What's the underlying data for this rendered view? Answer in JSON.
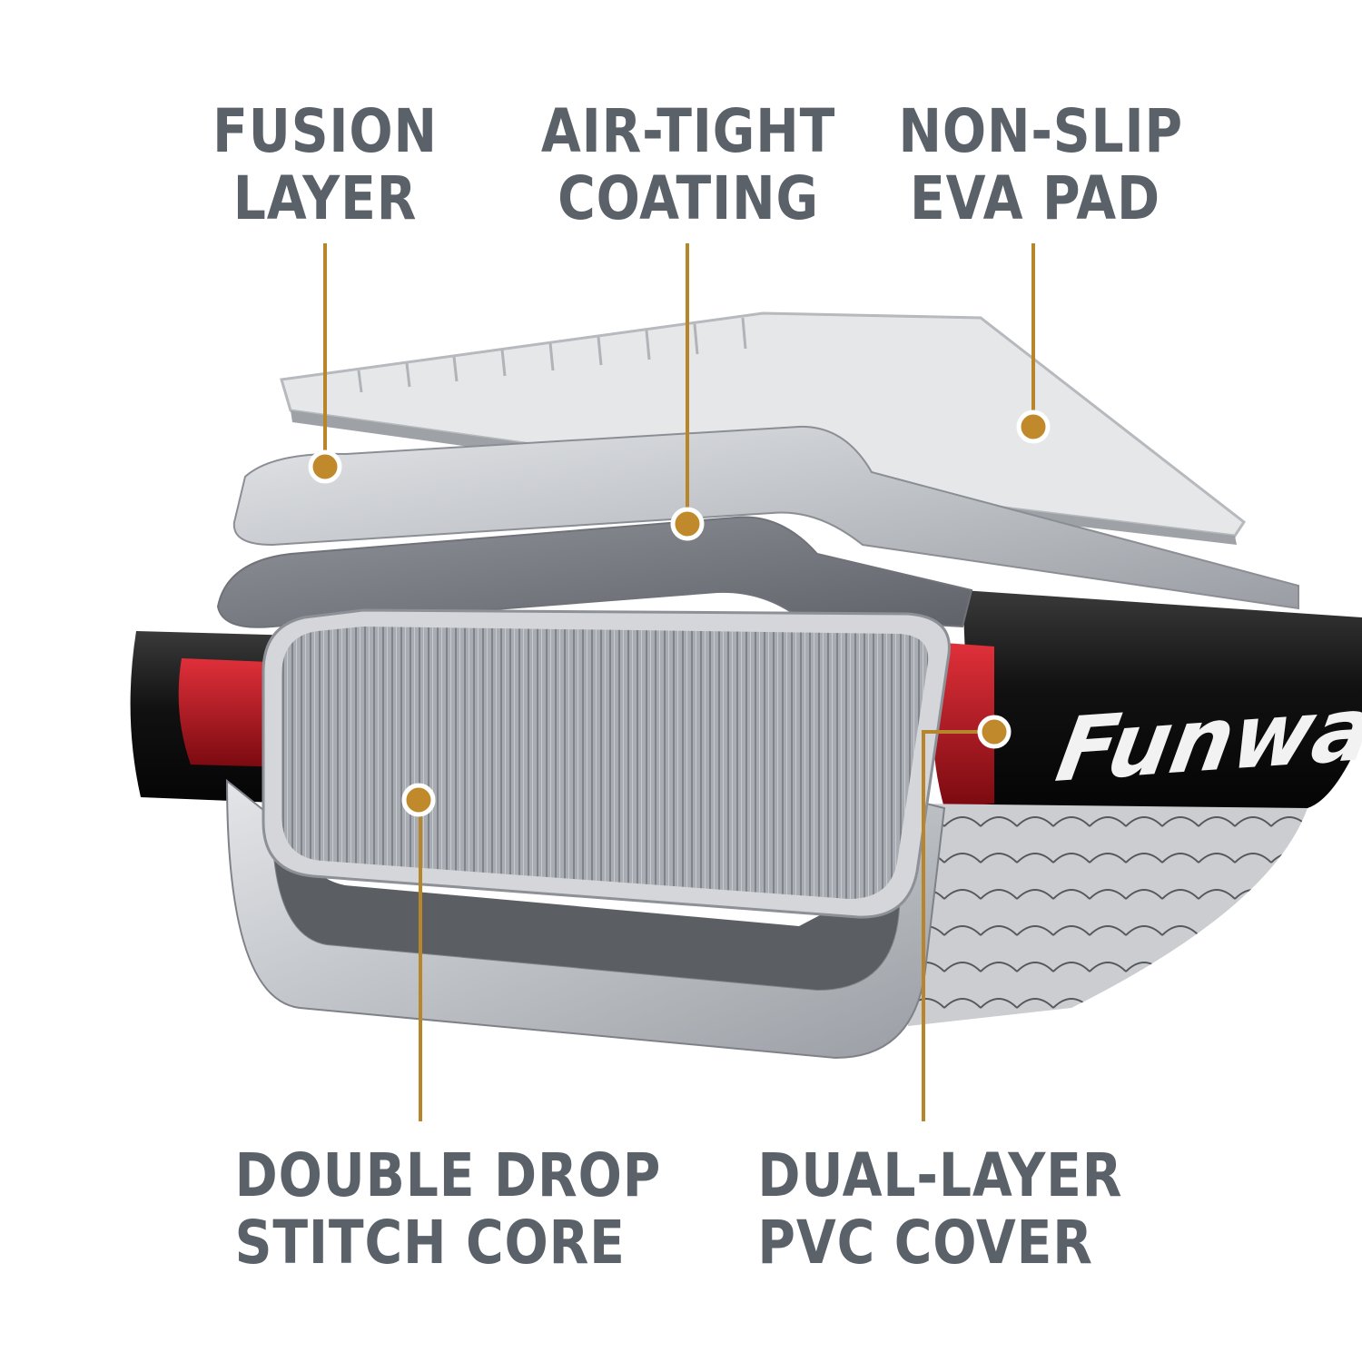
{
  "brand": {
    "name": "Funwater"
  },
  "colors": {
    "label_text": "#5a6168",
    "leader": "#b8862a",
    "marker": "#c08a2c",
    "board_black": "#141414",
    "rail_red": "#c0121b",
    "layer_grey": "#c9ccd0"
  },
  "callouts": [
    {
      "id": "fusion",
      "lines": [
        "FUSION",
        "LAYER"
      ]
    },
    {
      "id": "airtight",
      "lines": [
        "AIR-TIGHT",
        "COATING"
      ]
    },
    {
      "id": "nonslip",
      "lines": [
        "NON-SLIP",
        "EVA  PAD"
      ]
    },
    {
      "id": "dropstitch",
      "lines": [
        "DOUBLE  DROP",
        "STITCH  CORE"
      ]
    },
    {
      "id": "pvc",
      "lines": [
        "DUAL-LAYER",
        "PVC  COVER"
      ]
    }
  ]
}
